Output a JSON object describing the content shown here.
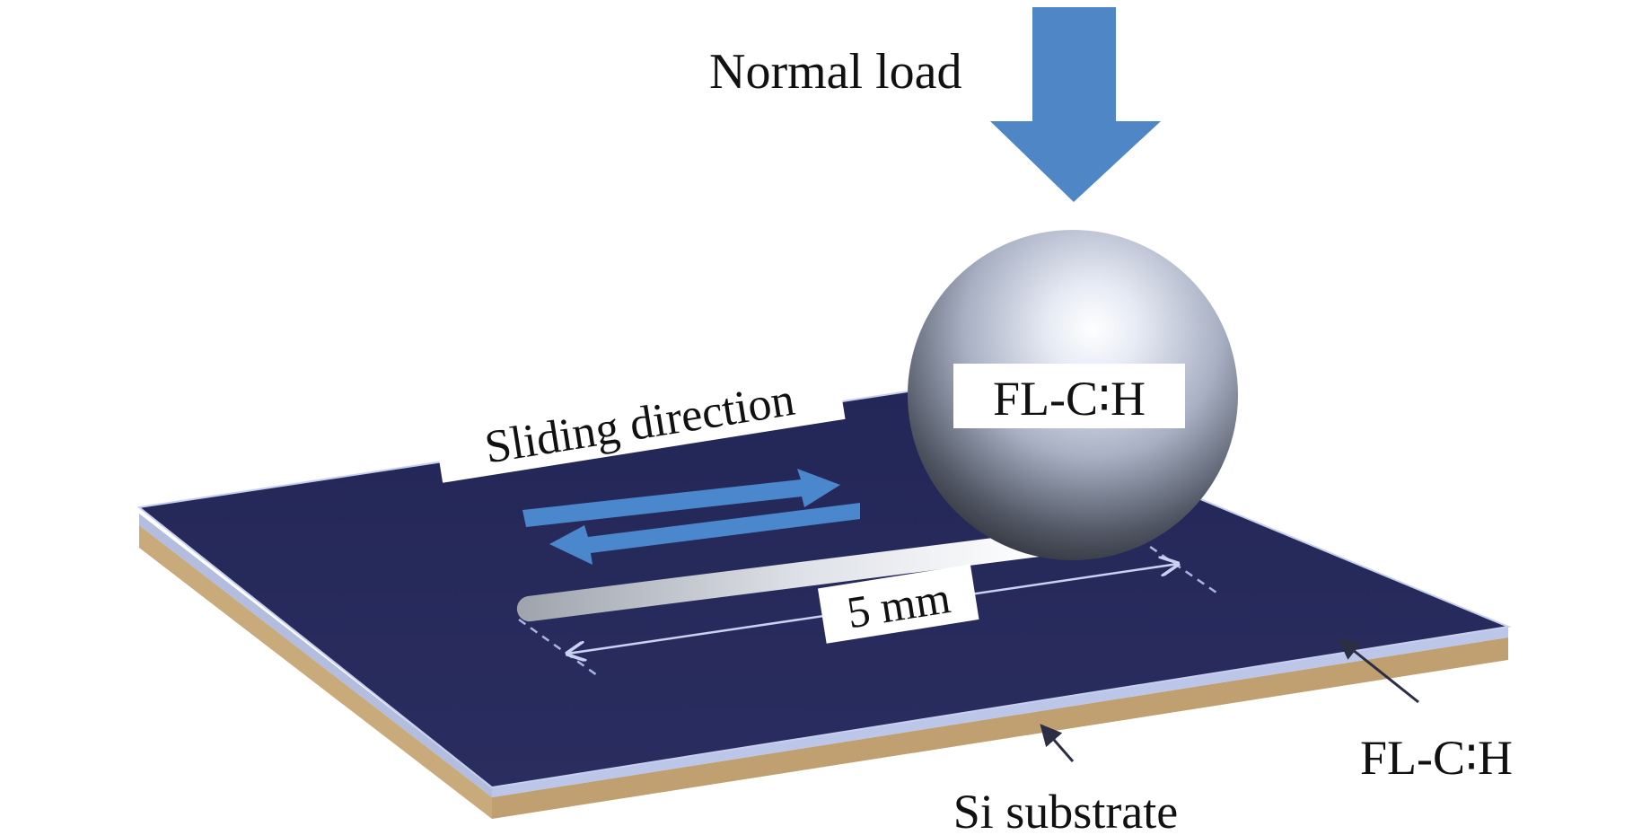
{
  "labels": {
    "normal_load": "Normal load",
    "sliding_direction": "Sliding direction",
    "ball_material": "FL-C∶H",
    "track_length": "5 mm",
    "coating_layer": "FL-C∶H",
    "substrate": "Si substrate"
  },
  "colors": {
    "load_arrow": "#4f86c6",
    "slide_arrows": "#4a87cd",
    "coating_surface": "#262a5a",
    "coating_edge": "#b8c2e4",
    "substrate": "#c5a577",
    "pointer_arrows": "#2c2f44",
    "dimension_line": "#c9d2f2"
  },
  "icons": {
    "load": "down-arrow-icon",
    "slide": "bidirectional-arrows-icon",
    "pointer": "pointer-arrow-icon"
  }
}
